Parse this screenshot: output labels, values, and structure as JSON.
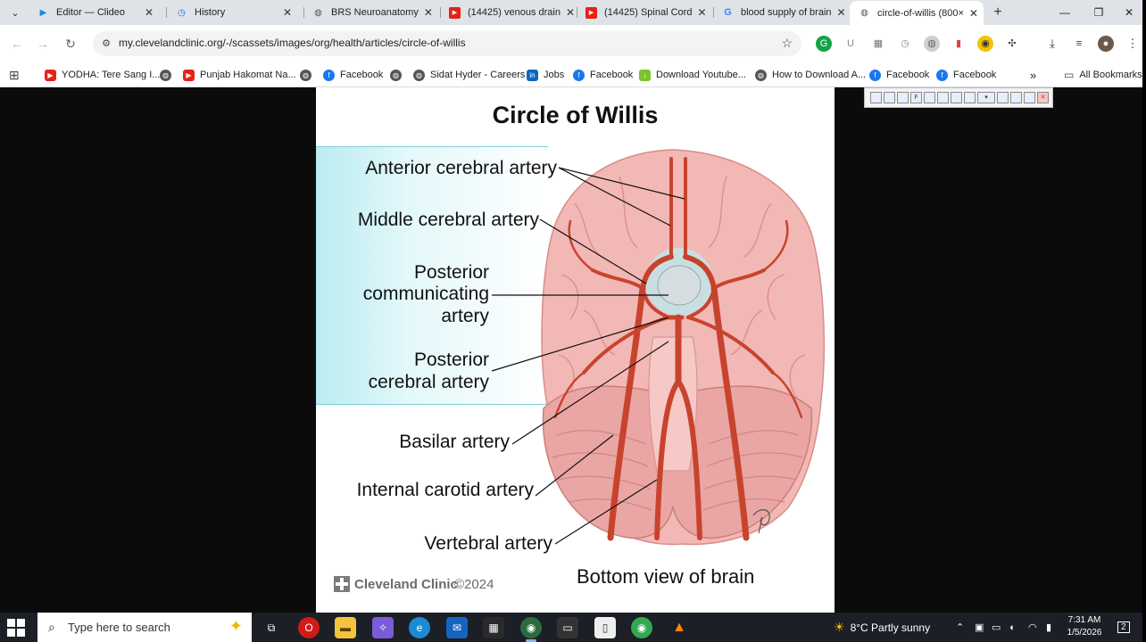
{
  "browser": {
    "tabs": [
      {
        "label": "Editor — Clideo",
        "icon": "clideo-play-icon",
        "active": false
      },
      {
        "label": "History",
        "icon": "history-clock-icon",
        "active": false
      },
      {
        "label": "BRS Neuroanatomy",
        "icon": "globe-icon",
        "active": false
      },
      {
        "label": "(14425) venous drain",
        "icon": "youtube-icon",
        "active": false
      },
      {
        "label": "(14425) Spinal Cord",
        "icon": "youtube-icon",
        "active": false
      },
      {
        "label": "blood supply of brain",
        "icon": "google-icon",
        "active": false
      },
      {
        "label": "circle-of-willis (800×",
        "icon": "globe-icon",
        "active": true
      }
    ],
    "close_glyph": "✕",
    "new_tab_glyph": "+",
    "window_controls": {
      "minimize": "—",
      "restore": "❐",
      "close": "✕"
    },
    "url": "my.clevelandclinic.org/-/scassets/images/org/health/articles/circle-of-willis",
    "bookmarks": [
      {
        "label": "YODHA: Tere Sang I...",
        "icon": "youtube-icon"
      },
      {
        "label": "",
        "icon": "globe-icon"
      },
      {
        "label": "Punjab Hakomat Na...",
        "icon": "youtube-icon"
      },
      {
        "label": "",
        "icon": "globe-icon"
      },
      {
        "label": "Facebook",
        "icon": "facebook-icon"
      },
      {
        "label": "",
        "icon": "globe-icon"
      },
      {
        "label": "Sidat Hyder - Careers",
        "icon": "globe-icon"
      },
      {
        "label": "Jobs",
        "icon": "linkedin-icon"
      },
      {
        "label": "Facebook",
        "icon": "facebook-icon"
      },
      {
        "label": "Download Youtube...",
        "icon": "download-arrow-icon"
      },
      {
        "label": "How to Download A...",
        "icon": "globe-icon"
      },
      {
        "label": "Facebook",
        "icon": "facebook-icon"
      },
      {
        "label": "Facebook",
        "icon": "facebook-icon"
      }
    ],
    "bookmarks_overflow": "»",
    "all_bookmarks": "All Bookmarks"
  },
  "figure": {
    "title": "Circle of Willis",
    "labels": {
      "anterior": "Anterior cerebral artery",
      "middle": "Middle cerebral artery",
      "pcomm_1": "Posterior",
      "pcomm_2": "communicating",
      "pcomm_3": "artery",
      "pca_1": "Posterior",
      "pca_2": "cerebral artery",
      "basilar": "Basilar artery",
      "carotid": "Internal carotid artery",
      "vertebral": "Vertebral artery"
    },
    "brand": "Cleveland Clinic",
    "copyright": "©2024",
    "caption": "Bottom view of brain",
    "colors": {
      "artery": "#c8432e",
      "brain": "#f2b8b5",
      "brain_shadow": "#e39a98",
      "cyan": "#b9ecf2"
    }
  },
  "taskbar": {
    "search_placeholder": "Type here to search",
    "weather": "8°C  Partly sunny",
    "time": "7:31 AM",
    "date": "1/5/2026",
    "notifications": "2"
  }
}
